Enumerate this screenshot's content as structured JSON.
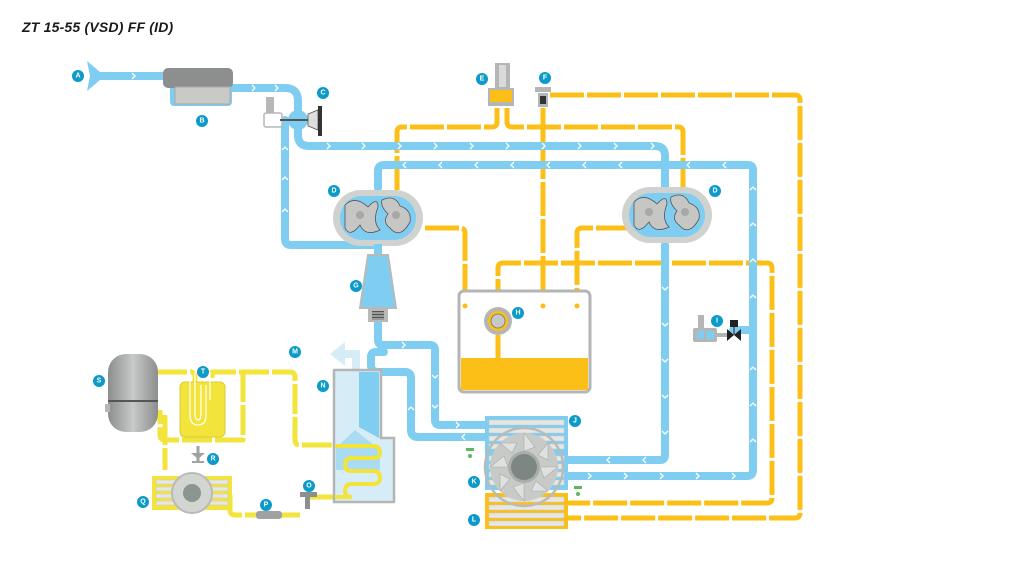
{
  "title": "ZT 15-55 (VSD) FF (ID)",
  "colors": {
    "air": "#7fcdf0",
    "oil": "#fbbf18",
    "refrigerant": "#f2e43a",
    "label": "#0c9ac8",
    "housing": "#cfd2cf"
  },
  "labels": {
    "A": "A",
    "B": "B",
    "C": "C",
    "D1": "D",
    "D2": "D",
    "E": "E",
    "F": "F",
    "G": "G",
    "H": "H",
    "I": "I",
    "J": "J",
    "K": "K",
    "L": "L",
    "M": "M",
    "N": "N",
    "O": "O",
    "P": "P",
    "Q": "Q",
    "R": "R",
    "S": "S",
    "T": "T"
  },
  "components": [
    {
      "key": "A",
      "name": "air-inlet"
    },
    {
      "key": "B",
      "name": "air-filter"
    },
    {
      "key": "C",
      "name": "inlet-throttle-valve"
    },
    {
      "key": "D",
      "name": "compressor-element"
    },
    {
      "key": "E",
      "name": "oil-valve"
    },
    {
      "key": "F",
      "name": "oil-check-valve"
    },
    {
      "key": "G",
      "name": "silencer"
    },
    {
      "key": "H",
      "name": "oil-pump"
    },
    {
      "key": "I",
      "name": "unloader-valve"
    },
    {
      "key": "J",
      "name": "intercooler"
    },
    {
      "key": "K",
      "name": "cooling-fan"
    },
    {
      "key": "L",
      "name": "oil-cooler"
    },
    {
      "key": "M",
      "name": "air-outlet"
    },
    {
      "key": "N",
      "name": "dryer-heat-exchanger"
    },
    {
      "key": "O",
      "name": "expansion-valve"
    },
    {
      "key": "P",
      "name": "refrigerant-filter"
    },
    {
      "key": "Q",
      "name": "condenser"
    },
    {
      "key": "R",
      "name": "hot-gas-bypass-valve"
    },
    {
      "key": "S",
      "name": "refrigerant-compressor"
    },
    {
      "key": "T",
      "name": "liquid-separator"
    }
  ]
}
